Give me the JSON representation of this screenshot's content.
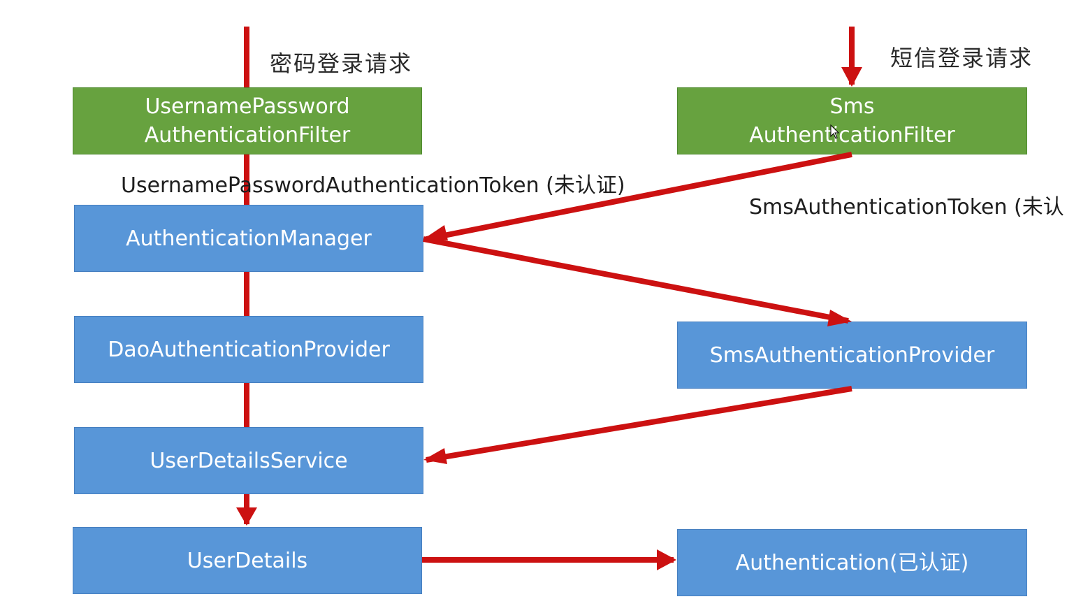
{
  "labels": {
    "password_request": "密码登录请求",
    "sms_request": "短信登录请求",
    "username_token": "UsernamePasswordAuthenticationToken (未认证)",
    "sms_token": "SmsAuthenticationToken (未认"
  },
  "nodes": {
    "username_filter": {
      "line1": "UsernamePassword",
      "line2": "AuthenticationFilter"
    },
    "sms_filter": {
      "line1": "Sms",
      "line2": "AuthenticationFilter"
    },
    "auth_manager": "AuthenticationManager",
    "dao_provider": "DaoAuthenticationProvider",
    "sms_provider": "SmsAuthenticationProvider",
    "user_details_service": "UserDetailsService",
    "user_details": "UserDetails",
    "authentication": "Authentication(已认证)"
  },
  "colors": {
    "filter_box": "#67a23f",
    "component_box": "#5896d8",
    "arrow": "#cc1111"
  }
}
